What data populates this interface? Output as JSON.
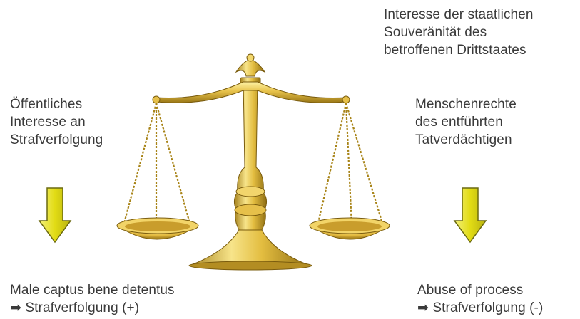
{
  "labels": {
    "top_right": [
      "Interesse der staatlichen",
      "Souveränität des",
      "betroffenen Drittstaates"
    ],
    "left": [
      "Öffentliches",
      "Interesse an",
      "Strafverfolgung"
    ],
    "right": [
      "Menschenrechte",
      "des entführten",
      "Tatverdächtigen"
    ],
    "bottom_left": [
      "Male captus bene detentus",
      "➡ Strafverfolgung (+)"
    ],
    "bottom_right": [
      "Abuse of process",
      "➡ Strafverfolgung (-)"
    ]
  },
  "icons": {
    "left_arrow": "arrow-down-icon",
    "right_arrow": "arrow-down-icon",
    "scale": "balance-scale-icon"
  },
  "colors": {
    "gold_light": "#f6e27a",
    "gold_mid": "#d9b23a",
    "gold_dark": "#8a6a12",
    "arrow_fill": "#e8e21a",
    "arrow_stroke": "#6b6a10",
    "text": "#3a3a3a"
  }
}
